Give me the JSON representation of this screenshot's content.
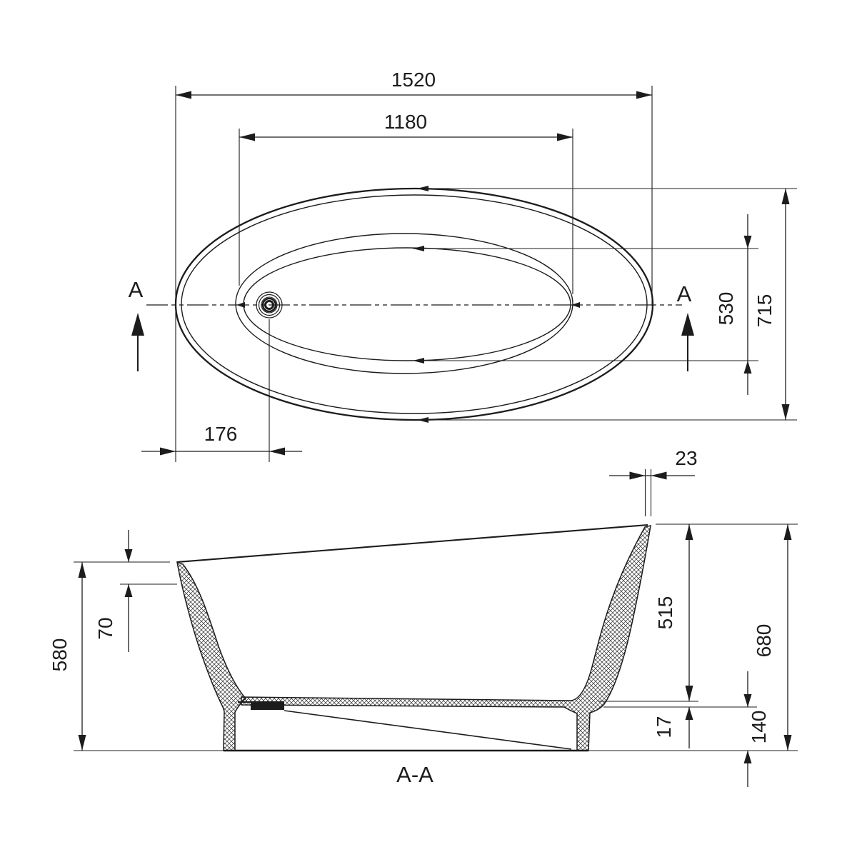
{
  "drawing": {
    "section_label": "A-A",
    "cut_marker_left": "A",
    "cut_marker_right": "A",
    "top_view": {
      "dim_length_overall": "1520",
      "dim_length_inner": "1180",
      "dim_width_overall": "715",
      "dim_width_inner": "530",
      "dim_drain_offset": "176"
    },
    "section_view": {
      "dim_wall_thickness_top": "23",
      "dim_height_left": "580",
      "dim_rim_drop": "70",
      "dim_depth_inner": "515",
      "dim_height_right": "680",
      "dim_bottom_thickness": "17",
      "dim_base_height": "140"
    },
    "colors": {
      "line": "#1c1c1c",
      "background": "#ffffff"
    }
  }
}
